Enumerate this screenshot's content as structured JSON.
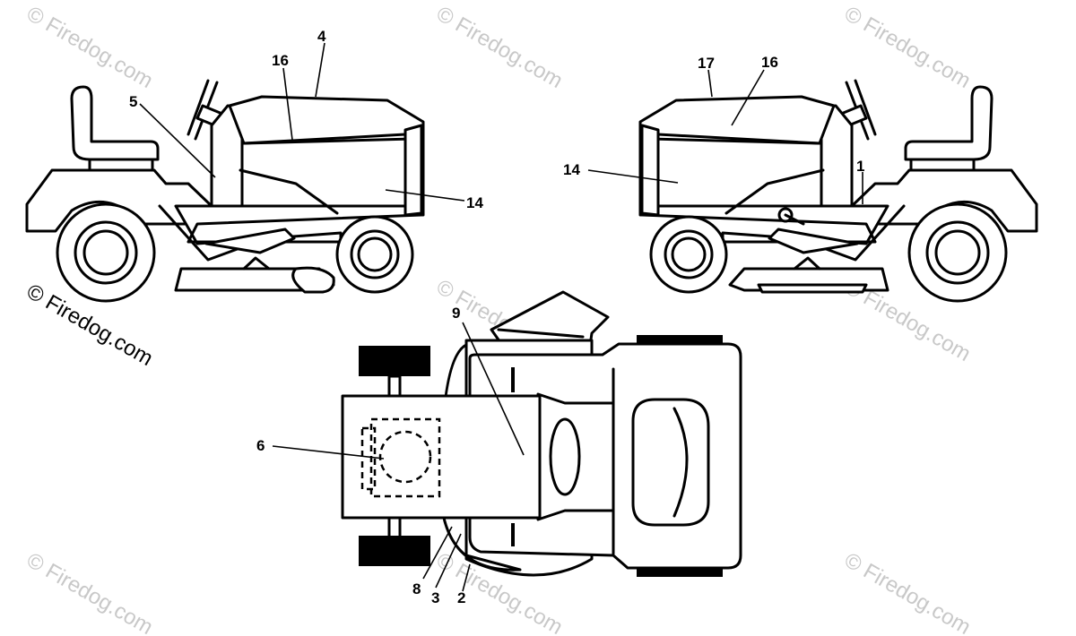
{
  "watermark": "© Firedog.com",
  "callouts": {
    "left_view": [
      "4",
      "16",
      "5",
      "14"
    ],
    "right_view": [
      "17",
      "16",
      "14",
      "1"
    ],
    "top_view": [
      "9",
      "6",
      "8",
      "3",
      "2"
    ]
  }
}
